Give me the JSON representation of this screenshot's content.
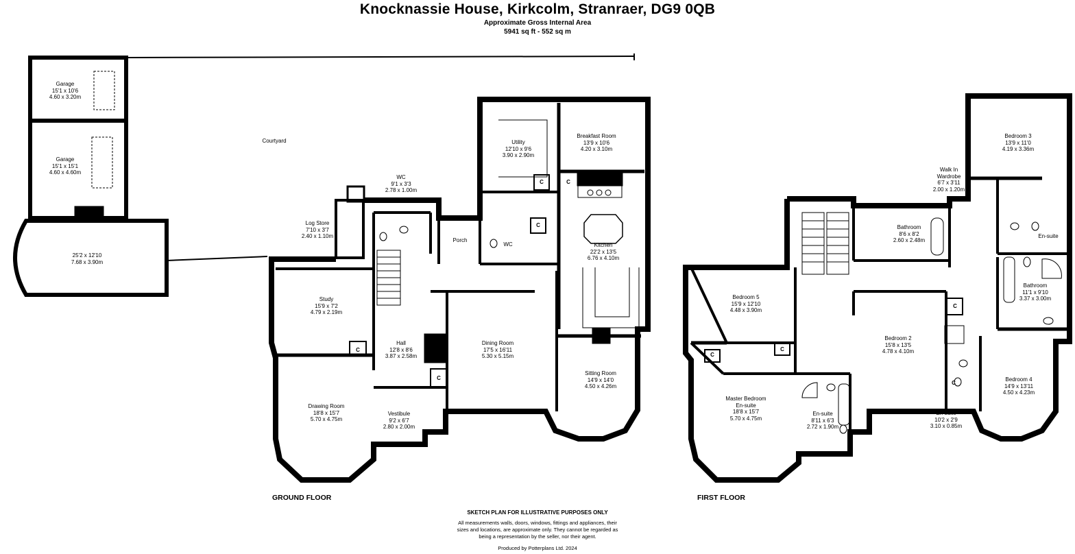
{
  "header": {
    "title": "Knocknassie House, Kirkcolm, Stranraer, DG9 0QB",
    "area_label": "Approximate Gross Internal Area",
    "area_value": "5941 sq ft - 552 sq m"
  },
  "floors": {
    "ground": "GROUND FLOOR",
    "first": "FIRST FLOOR"
  },
  "rooms": {
    "garage1": {
      "name": "Garage",
      "imperial": "15'1 x 10'6",
      "metric": "4.60 x 3.20m"
    },
    "garage2": {
      "name": "Garage",
      "imperial": "15'1 x 15'1",
      "metric": "4.60 x 4.60m"
    },
    "courtyard": {
      "name": "Courtyard"
    },
    "bigroom": {
      "imperial": "25'2 x 12'10",
      "metric": "7.68 x 3.90m"
    },
    "logstore": {
      "name": "Log Store",
      "imperial": "7'10 x 3'7",
      "metric": "2.40 x 1.10m"
    },
    "wc1": {
      "name": "WC",
      "imperial": "9'1 x 3'3",
      "metric": "2.78 x 1.00m"
    },
    "utility": {
      "name": "Utility",
      "imperial": "12'10 x 9'6",
      "metric": "3.90 x 2.90m"
    },
    "breakfast": {
      "name": "Breakfast Room",
      "imperial": "13'9 x 10'6",
      "metric": "4.20 x 3.10m"
    },
    "porch": {
      "name": "Porch"
    },
    "wc2": {
      "name": "WC"
    },
    "kitchen": {
      "name": "Kitchen",
      "imperial": "22'2 x 13'5",
      "metric": "6.76 x 4.10m"
    },
    "study": {
      "name": "Study",
      "imperial": "15'9 x 7'2",
      "metric": "4.79 x 2.19m"
    },
    "hall": {
      "name": "Hall",
      "imperial": "12'8 x 8'6",
      "metric": "3.87 x 2.58m"
    },
    "dining": {
      "name": "Dining Room",
      "imperial": "17'5 x 16'11",
      "metric": "5.30 x 5.15m"
    },
    "sitting": {
      "name": "Sitting Room",
      "imperial": "14'9 x 14'0",
      "metric": "4.50 x 4.26m"
    },
    "drawing": {
      "name": "Drawing Room",
      "imperial": "18'8 x 15'7",
      "metric": "5.70 x 4.75m"
    },
    "vestibule": {
      "name": "Vestibule",
      "imperial": "9'2 x 6'7",
      "metric": "2.80 x 2.00m"
    },
    "bedroom3": {
      "name": "Bedroom 3",
      "imperial": "13'9 x 11'0",
      "metric": "4.19 x 3.36m"
    },
    "walkin": {
      "name1": "Walk In",
      "name2": "Wardrobe",
      "imperial": "6'7 x 3'11",
      "metric": "2.00 x 1.20m"
    },
    "bathroom1": {
      "name": "Bathroom",
      "imperial": "8'6 x 8'2",
      "metric": "2.60 x 2.48m"
    },
    "ensuite_b3": {
      "name": "En-suite"
    },
    "bathroom2": {
      "name": "Bathroom",
      "imperial": "11'1 x 9'10",
      "metric": "3.37 x 3.00m"
    },
    "bedroom5": {
      "name": "Bedroom 5",
      "imperial": "15'9 x 12'10",
      "metric": "4.48 x 3.90m"
    },
    "bedroom2": {
      "name": "Bedroom 2",
      "imperial": "15'8 x 13'5",
      "metric": "4.78 x 4.10m"
    },
    "master": {
      "name1": "Master Bedroom",
      "name2": "En-suite",
      "imperial": "18'8 x 15'7",
      "metric": "5.70 x 4.75m"
    },
    "ensuite_m": {
      "name": "En-suite",
      "imperial": "8'11 x 6'3",
      "metric": "2.72 x 1.90m"
    },
    "ensuite_b2": {
      "name": "En-suite",
      "imperial": "10'2 x 2'9",
      "metric": "3.10 x 0.85m"
    },
    "bedroom4": {
      "name": "Bedroom 4",
      "imperial": "14'9 x 13'11",
      "metric": "4.50 x 4.23m"
    },
    "cupboard": "C"
  },
  "disclaimer": {
    "heading": "SKETCH PLAN FOR ILLUSTRATIVE PURPOSES ONLY",
    "line1": "All measurements walls, doors, windows, fittings and appliances, their",
    "line2": "sizes and locations, are approximate only. They cannot be regarded as",
    "line3": "being a representation by the seller, nor their agent.",
    "producer": "Produced by Potterplans Ltd. 2024"
  }
}
